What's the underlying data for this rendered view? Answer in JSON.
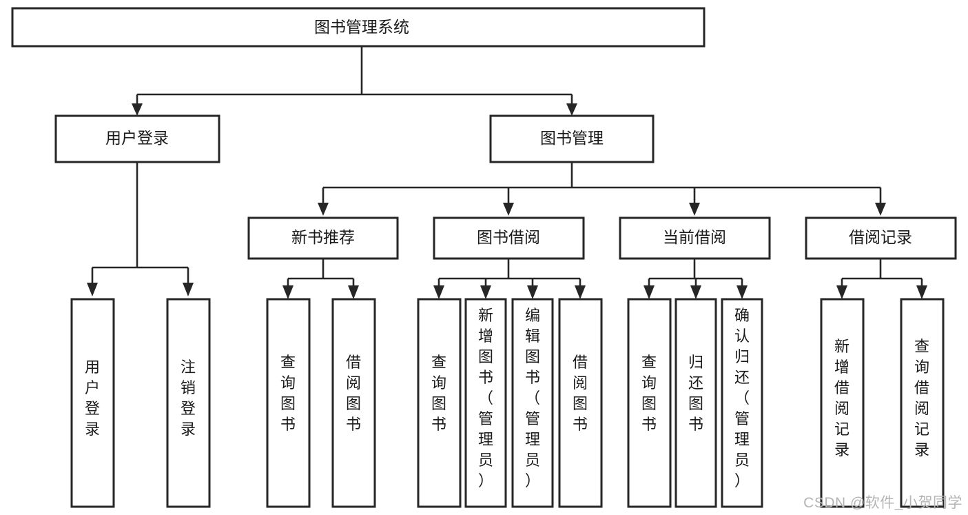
{
  "diagram": {
    "type": "hierarchy-tree",
    "title": "图书管理系统",
    "watermark": "CSDN @软件_小贺同学",
    "colors": {
      "box_stroke": "#262626",
      "box_fill": "#ffffff",
      "connector": "#262626",
      "text": "#1b1b1b",
      "watermark": "#b4b4b4",
      "background": "#ffffff"
    },
    "root": {
      "label": "图书管理系统"
    },
    "level2": [
      {
        "id": "user-login",
        "label": "用户登录"
      },
      {
        "id": "book-management",
        "label": "图书管理"
      }
    ],
    "level3": [
      {
        "id": "new-book-recommend",
        "label": "新书推荐"
      },
      {
        "id": "book-borrow",
        "label": "图书借阅"
      },
      {
        "id": "current-borrow",
        "label": "当前借阅"
      },
      {
        "id": "borrow-record",
        "label": "借阅记录"
      }
    ],
    "leaves": {
      "user-login": [
        {
          "id": "leaf-user-login",
          "label": "用户登录"
        },
        {
          "id": "leaf-logout",
          "label": "注销登录"
        }
      ],
      "new-book-recommend": [
        {
          "id": "leaf-query-book-1",
          "label": "查询图书"
        },
        {
          "id": "leaf-borrow-book-1",
          "label": "借阅图书"
        }
      ],
      "book-borrow": [
        {
          "id": "leaf-query-book-2",
          "label": "查询图书"
        },
        {
          "id": "leaf-add-book",
          "label": "新增图书（管理员）"
        },
        {
          "id": "leaf-edit-book",
          "label": "编辑图书（管理员）"
        },
        {
          "id": "leaf-borrow-book-2",
          "label": "借阅图书"
        }
      ],
      "current-borrow": [
        {
          "id": "leaf-query-book-3",
          "label": "查询图书"
        },
        {
          "id": "leaf-return-book",
          "label": "归还图书"
        },
        {
          "id": "leaf-confirm-return",
          "label": "确认归还（管理员）"
        }
      ],
      "borrow-record": [
        {
          "id": "leaf-add-record",
          "label": "新增借阅记录"
        },
        {
          "id": "leaf-query-record",
          "label": "查询借阅记录"
        }
      ]
    }
  }
}
